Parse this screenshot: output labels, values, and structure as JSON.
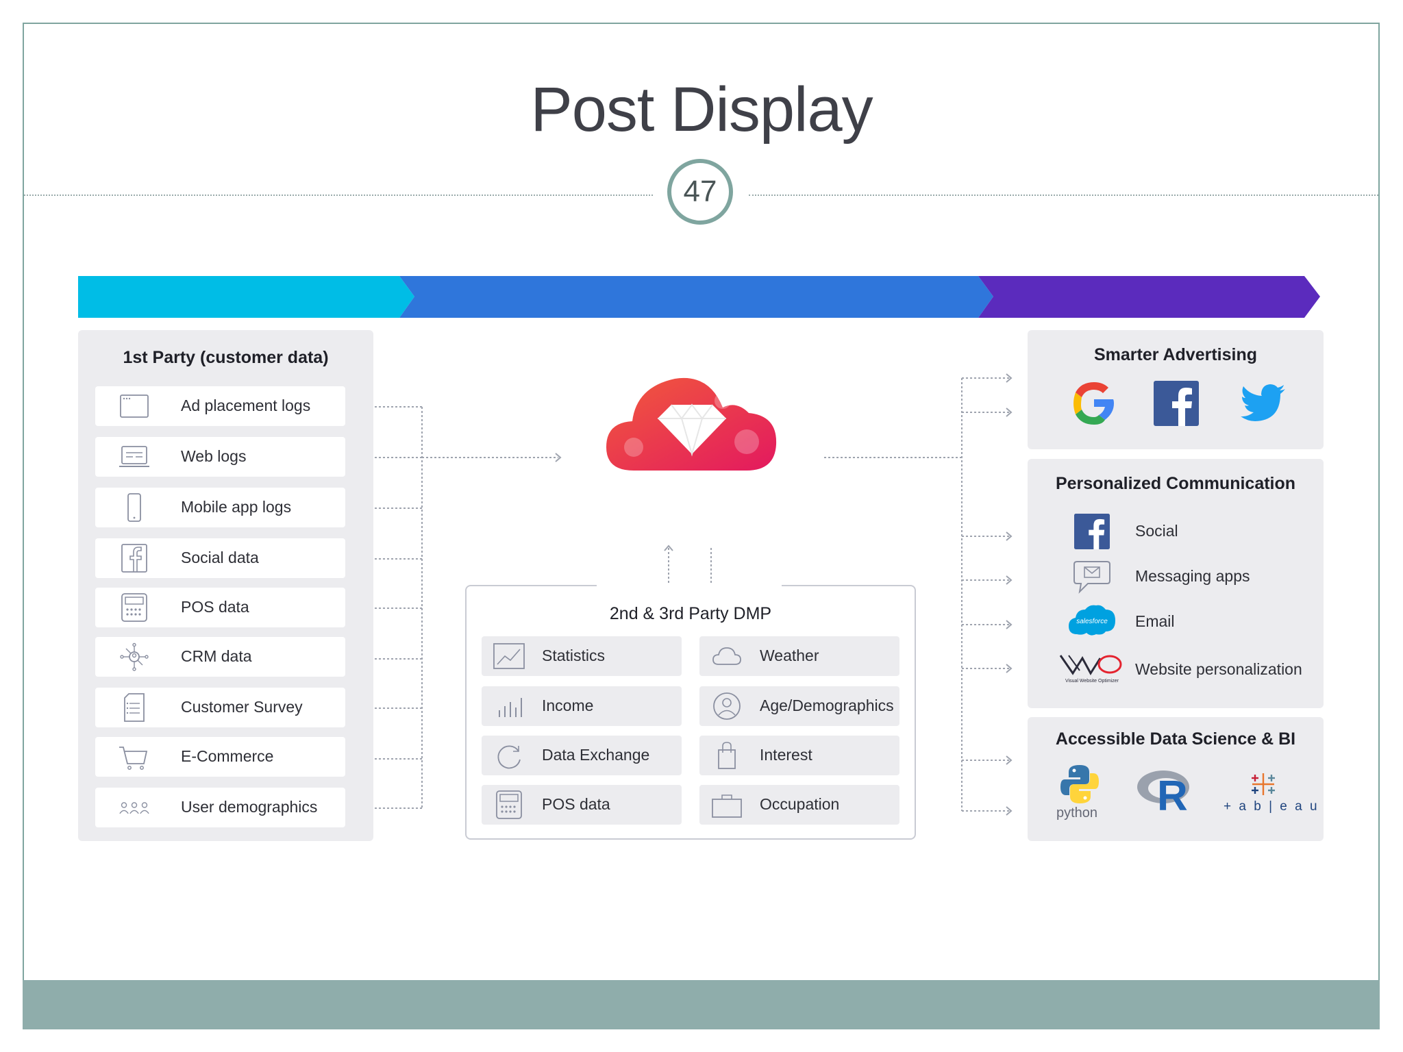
{
  "slide": {
    "title": "Post Display",
    "page_number": "47"
  },
  "colors": {
    "frame": "#7fa59f",
    "footer": "#8fadab",
    "arrow_cyan": "#00bde6",
    "arrow_blue": "#2f76db",
    "arrow_purple": "#5b2bbd",
    "cloud_red": "#ee3b53"
  },
  "first_party": {
    "title": "1st Party (customer data)",
    "items": [
      {
        "label": "Ad placement logs",
        "icon": "browser-window-icon"
      },
      {
        "label": "Web logs",
        "icon": "laptop-icon"
      },
      {
        "label": "Mobile app logs",
        "icon": "mobile-phone-icon"
      },
      {
        "label": "Social data",
        "icon": "facebook-outline-icon"
      },
      {
        "label": "POS data",
        "icon": "pos-terminal-icon"
      },
      {
        "label": "CRM data",
        "icon": "crm-network-icon"
      },
      {
        "label": "Customer Survey",
        "icon": "survey-document-icon"
      },
      {
        "label": "E-Commerce",
        "icon": "shopping-cart-icon"
      },
      {
        "label": "User demographics",
        "icon": "users-group-icon"
      }
    ]
  },
  "dmp": {
    "title": "2nd & 3rd Party DMP",
    "items": [
      {
        "label": "Statistics",
        "icon": "line-chart-icon"
      },
      {
        "label": "Weather",
        "icon": "cloud-icon"
      },
      {
        "label": "Income",
        "icon": "bar-chart-icon"
      },
      {
        "label": "Age/Demographics",
        "icon": "user-circle-icon"
      },
      {
        "label": "Data Exchange",
        "icon": "refresh-icon"
      },
      {
        "label": "Interest",
        "icon": "shopping-bag-icon"
      },
      {
        "label": "POS data",
        "icon": "pos-terminal-icon"
      },
      {
        "label": "Occupation",
        "icon": "briefcase-icon"
      }
    ]
  },
  "smarter_advertising": {
    "title": "Smarter Advertising",
    "logos": [
      "google-logo",
      "facebook-logo",
      "twitter-logo"
    ]
  },
  "personalized": {
    "title": "Personalized Communication",
    "items": [
      {
        "label": "Social",
        "icon": "facebook-logo"
      },
      {
        "label": "Messaging apps",
        "icon": "message-bubble-icon"
      },
      {
        "label": "Email",
        "icon": "salesforce-logo"
      },
      {
        "label": "Website personalization",
        "icon": "vwo-logo"
      }
    ],
    "salesforce_text": "salesforce",
    "vwo_caption": "Visual Website Optimizer"
  },
  "data_science": {
    "title": "Accessible Data Science & BI",
    "python_label": "python",
    "r_label": "R",
    "tableau_label": "+ a b | e a u"
  }
}
